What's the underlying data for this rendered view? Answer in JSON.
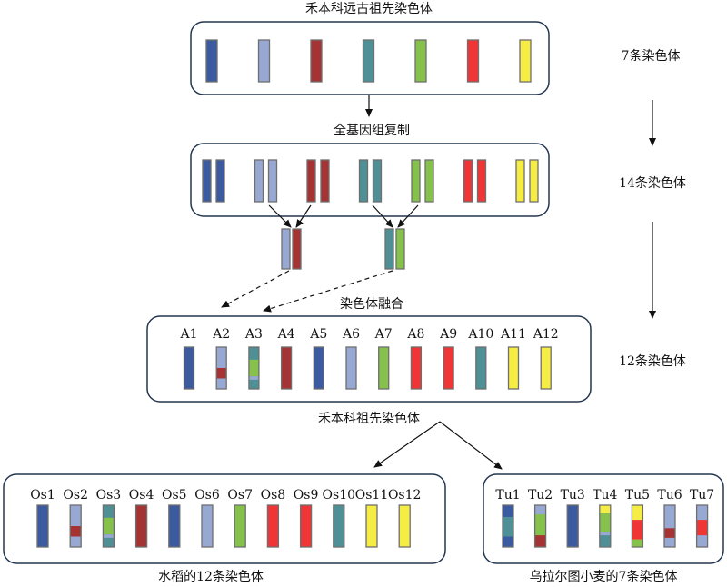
{
  "titles": {
    "ancestral": "禾本科远古祖先染色体",
    "wgd": "全基因组复制",
    "fusion": "染色体融合",
    "grass_ancestor": "禾本科祖先染色体",
    "rice": "水稻的12条染色体",
    "wheat": "乌拉尔图小麦的7条染色体"
  },
  "counts": {
    "ancestral": "7条染色体",
    "wgd": "14条染色体",
    "grass_ancestor": "12条染色体"
  },
  "colors": {
    "c1": "#3b5a9f",
    "c2": "#97a8d2",
    "c3": "#a63333",
    "c4": "#4e9095",
    "c5": "#86c14c",
    "c6": "#ef3535",
    "c7": "#f5ec44",
    "border": "#6f6f6f",
    "box_border": "#23364f"
  },
  "ancestral_chromosomes": [
    {
      "color": "c1"
    },
    {
      "color": "c2"
    },
    {
      "color": "c3"
    },
    {
      "color": "c4"
    },
    {
      "color": "c5"
    },
    {
      "color": "c6"
    },
    {
      "color": "c7"
    }
  ],
  "duplicated_pairs": [
    {
      "color": "c1"
    },
    {
      "color": "c2"
    },
    {
      "color": "c3"
    },
    {
      "color": "c4"
    },
    {
      "color": "c5"
    },
    {
      "color": "c6"
    },
    {
      "color": "c7"
    }
  ],
  "fusion_pairs": [
    {
      "left": "c2",
      "right": "c3"
    },
    {
      "left": "c4",
      "right": "c5"
    }
  ],
  "grass_chromosomes": [
    {
      "label": "A1",
      "base": "c1",
      "segs": []
    },
    {
      "label": "A2",
      "base": "c2",
      "segs": [
        {
          "color": "c3",
          "from": 0.5,
          "to": 0.75
        }
      ]
    },
    {
      "label": "A3",
      "base": "c4",
      "segs": [
        {
          "color": "c5",
          "from": 0.3,
          "to": 0.7
        },
        {
          "color": "c2",
          "from": 0.7,
          "to": 0.78
        }
      ]
    },
    {
      "label": "A4",
      "base": "c3",
      "segs": []
    },
    {
      "label": "A5",
      "base": "c1",
      "segs": []
    },
    {
      "label": "A6",
      "base": "c2",
      "segs": []
    },
    {
      "label": "A7",
      "base": "c5",
      "segs": []
    },
    {
      "label": "A8",
      "base": "c6",
      "segs": []
    },
    {
      "label": "A9",
      "base": "c6",
      "segs": []
    },
    {
      "label": "A10",
      "base": "c4",
      "segs": []
    },
    {
      "label": "A11",
      "base": "c7",
      "segs": []
    },
    {
      "label": "A12",
      "base": "c7",
      "segs": []
    }
  ],
  "rice_chromosomes": [
    {
      "label": "Os1",
      "base": "c1",
      "segs": []
    },
    {
      "label": "Os2",
      "base": "c2",
      "segs": [
        {
          "color": "c3",
          "from": 0.5,
          "to": 0.75
        }
      ]
    },
    {
      "label": "Os3",
      "base": "c4",
      "segs": [
        {
          "color": "c5",
          "from": 0.3,
          "to": 0.7
        },
        {
          "color": "c2",
          "from": 0.7,
          "to": 0.78
        }
      ]
    },
    {
      "label": "Os4",
      "base": "c3",
      "segs": []
    },
    {
      "label": "Os5",
      "base": "c1",
      "segs": []
    },
    {
      "label": "Os6",
      "base": "c2",
      "segs": []
    },
    {
      "label": "Os7",
      "base": "c5",
      "segs": []
    },
    {
      "label": "Os8",
      "base": "c6",
      "segs": []
    },
    {
      "label": "Os9",
      "base": "c6",
      "segs": []
    },
    {
      "label": "Os10",
      "base": "c4",
      "segs": []
    },
    {
      "label": "Os11",
      "base": "c7",
      "segs": []
    },
    {
      "label": "Os12",
      "base": "c7",
      "segs": []
    }
  ],
  "wheat_chromosomes": [
    {
      "label": "Tu1",
      "base": "c1",
      "segs": [
        {
          "color": "c4",
          "from": 0.28,
          "to": 0.75
        }
      ]
    },
    {
      "label": "Tu2",
      "base": "c5",
      "segs": [
        {
          "color": "c2",
          "from": 0.0,
          "to": 0.22
        },
        {
          "color": "c3",
          "from": 0.72,
          "to": 1.0
        }
      ]
    },
    {
      "label": "Tu3",
      "base": "c1",
      "segs": []
    },
    {
      "label": "Tu4",
      "base": "c4",
      "segs": [
        {
          "color": "c7",
          "from": 0.0,
          "to": 0.2
        },
        {
          "color": "c5",
          "from": 0.2,
          "to": 0.65
        },
        {
          "color": "c2",
          "from": 0.65,
          "to": 0.72
        }
      ]
    },
    {
      "label": "Tu5",
      "base": "c7",
      "segs": [
        {
          "color": "c6",
          "from": 0.35,
          "to": 0.82
        },
        {
          "color": "c5",
          "from": 0.82,
          "to": 1.0
        }
      ]
    },
    {
      "label": "Tu6",
      "base": "c2",
      "segs": [
        {
          "color": "c3",
          "from": 0.55,
          "to": 0.78
        }
      ]
    },
    {
      "label": "Tu7",
      "base": "c2",
      "segs": [
        {
          "color": "c6",
          "from": 0.35,
          "to": 0.72
        }
      ]
    }
  ]
}
